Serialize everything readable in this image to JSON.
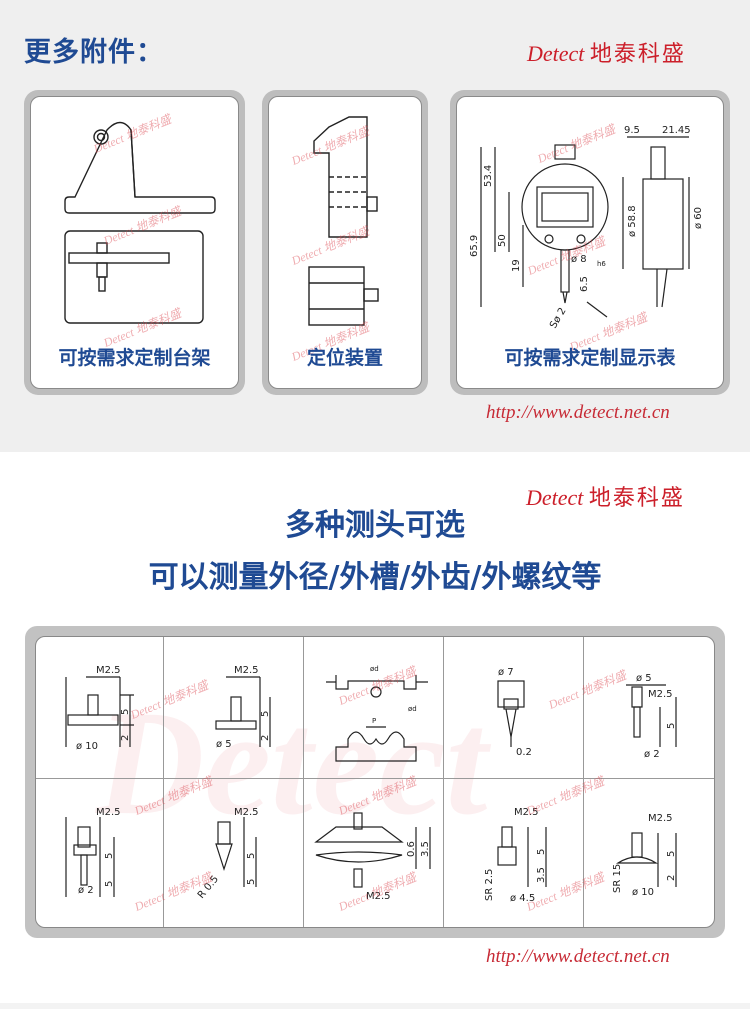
{
  "top": {
    "title": "更多附件：",
    "brand_en": "Detect",
    "brand_cn": "地泰科盛",
    "cards": [
      {
        "label": "可按需求定制台架"
      },
      {
        "label": "定位装置"
      },
      {
        "label": "可按需求定制显示表"
      }
    ],
    "url": "http://www.detect.net.cn",
    "gauge_dims": {
      "d1": "9.5",
      "d2": "21.45",
      "h1": "53.4",
      "h2": "65.9",
      "h3": "50",
      "h4": "19",
      "h5": "6.5",
      "dia1": "ø 8",
      "dia1_sub": "h6",
      "dia2": "ø 58.8",
      "dia3": "ø 60",
      "sph": "Sø 2"
    }
  },
  "bottom": {
    "brand_en": "Detect",
    "brand_cn": "地泰科盛",
    "heading1": "多种测头可选",
    "heading2": "可以测量外径/外槽/外齿/外螺纹等",
    "url": "http://www.detect.net.cn",
    "probes": [
      {
        "thread": "M2.5",
        "d": "ø 10",
        "a": "5",
        "b": "2"
      },
      {
        "thread": "M2.5",
        "d": "ø 5",
        "a": "5",
        "b": "2"
      },
      {
        "top": "ød",
        "mid": "P",
        "bot": "ød"
      },
      {
        "d": "ø 7",
        "tip": "0.2"
      },
      {
        "top": "ø 5",
        "thread": "M2.5",
        "a": "5",
        "d": "ø 2"
      },
      {
        "thread": "M2.5",
        "a": "5",
        "b": "5",
        "d": "ø 2"
      },
      {
        "thread": "M2.5",
        "a": "5",
        "b": "5",
        "r": "R 0.5"
      },
      {
        "h1": "0.6",
        "h2": "3.5",
        "thread": "M2.5"
      },
      {
        "thread": "M2.5",
        "a": "5",
        "b": "3.5",
        "sr": "SR 2.5",
        "d": "ø 4.5"
      },
      {
        "thread": "M2.5",
        "a": "5",
        "b": "2",
        "sr": "SR 15",
        "d": "ø 10"
      }
    ]
  },
  "watermark": {
    "en": "Detect",
    "cn": "地泰科盛"
  }
}
